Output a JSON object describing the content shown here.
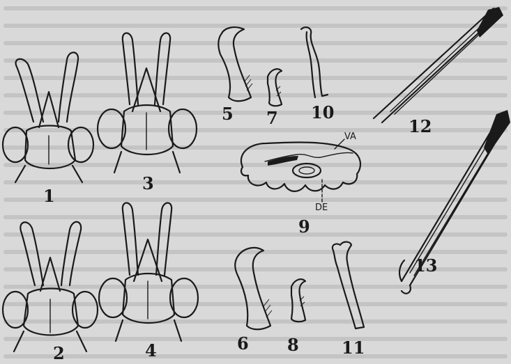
{
  "figure_numbers": [
    "1",
    "2",
    "3",
    "4",
    "5",
    "6",
    "7",
    "8",
    "9",
    "10",
    "11",
    "12",
    "13"
  ],
  "labels": {
    "va": "VA",
    "de": "DE"
  },
  "colors": {
    "paper": "#d9d9d9",
    "ink": "#1a1a1a",
    "bleed": "#c4c4c4"
  }
}
